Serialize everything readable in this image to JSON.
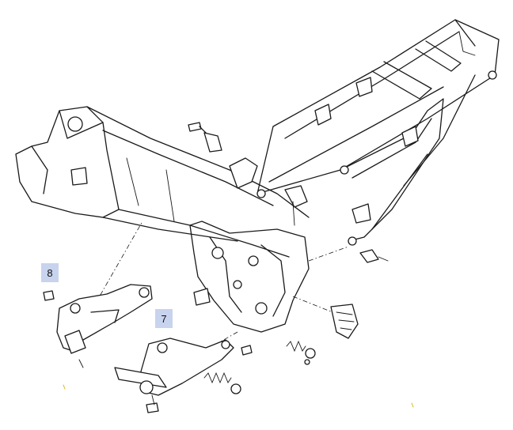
{
  "callouts": [
    {
      "id": "part-7",
      "label": "7",
      "color": "#c8d3ee"
    },
    {
      "id": "part-8",
      "label": "8",
      "color": "#c8d3ee"
    }
  ]
}
